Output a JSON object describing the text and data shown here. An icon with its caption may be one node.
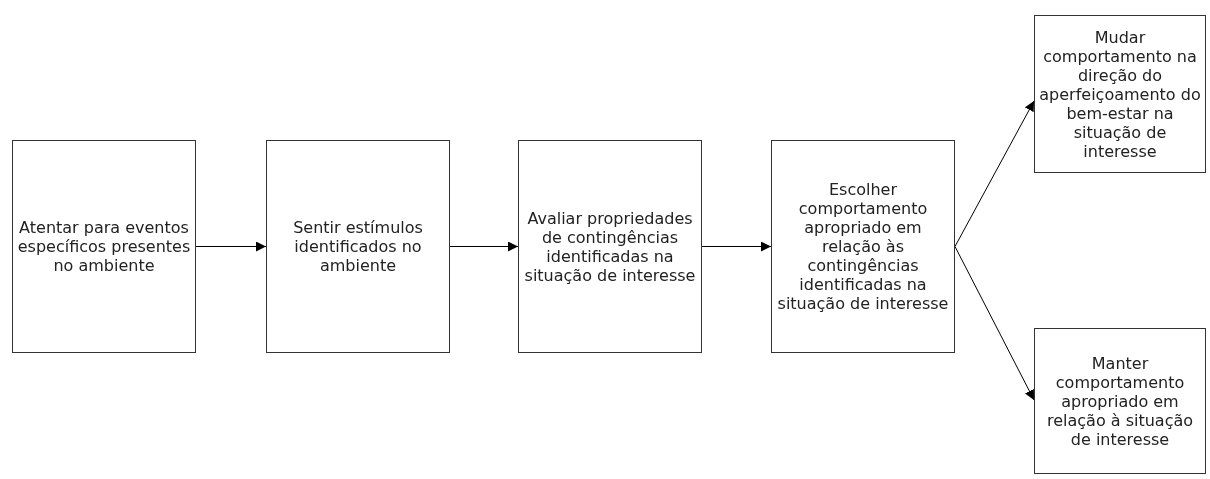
{
  "diagram": {
    "nodes": [
      {
        "text": [
          "Atentar para eventos específicos presentes no ambiente"
        ]
      },
      {
        "text": [
          "Sentir estímulos identificados no ambiente"
        ]
      },
      {
        "text": [
          "Avaliar propriedades de contingências identificadas na situação de interesse"
        ]
      },
      {
        "text": [
          "Escolher comportamento apropriado em relação às contingências identificadas na situação de interesse"
        ]
      },
      {
        "text": [
          "Mudar comportamento na direção do aperfeiçoamento do bem-estar na situação de interesse"
        ]
      },
      {
        "text": [
          "Manter comportamento apropriado em relação à situação de interesse"
        ]
      }
    ],
    "edges": [
      {
        "from": 0,
        "to": 1,
        "arrow": "to"
      },
      {
        "from": 1,
        "to": 2,
        "arrow": "to"
      },
      {
        "from": 2,
        "to": 3,
        "arrow": "to"
      },
      {
        "from": 3,
        "to": 4,
        "arrow": "to"
      },
      {
        "from": 3,
        "to": 5,
        "arrow": "to"
      }
    ]
  }
}
